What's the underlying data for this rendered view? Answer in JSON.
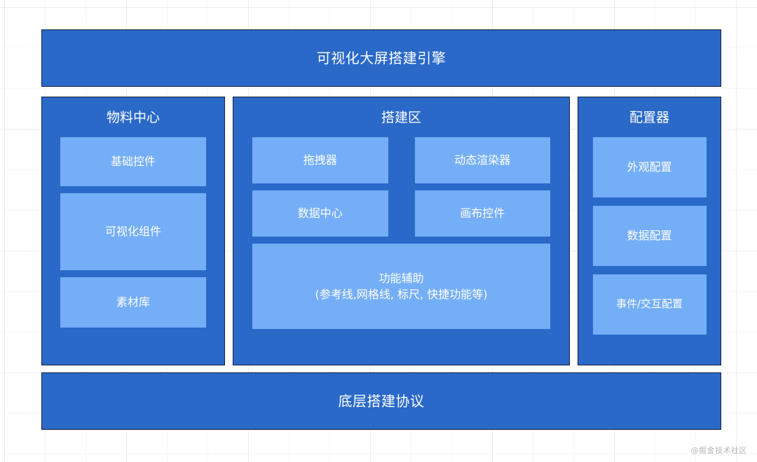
{
  "diagram": {
    "top_band": {
      "label": "可视化大屏搭建引擎"
    },
    "bottom_band": {
      "label": "底层搭建协议"
    },
    "columns": {
      "materials": {
        "title": "物料中心",
        "tiles": [
          {
            "label": "基础控件"
          },
          {
            "label": "可视化组件"
          },
          {
            "label": "素材库"
          }
        ]
      },
      "builder": {
        "title": "搭建区",
        "row1": [
          {
            "label": "拖拽器"
          },
          {
            "label": "动态渲染器"
          }
        ],
        "row2": [
          {
            "label": "数据中心"
          },
          {
            "label": "画布控件"
          }
        ],
        "wide_tile": {
          "label": "功能辅助",
          "sub_label": "(参考线,网格线, 标尺, 快捷功能等)"
        }
      },
      "config": {
        "title": "配置器",
        "tiles": [
          {
            "label": "外观配置"
          },
          {
            "label": "数据配置"
          },
          {
            "label": "事件/交互配置"
          }
        ]
      }
    },
    "watermark": "@掘金技术社区",
    "colors": {
      "band_blue": "#2a69c8",
      "tile_blue": "#74aef7",
      "border_navy": "#16203a",
      "text_white": "#ffffff",
      "canvas_white": "#ffffff"
    }
  }
}
